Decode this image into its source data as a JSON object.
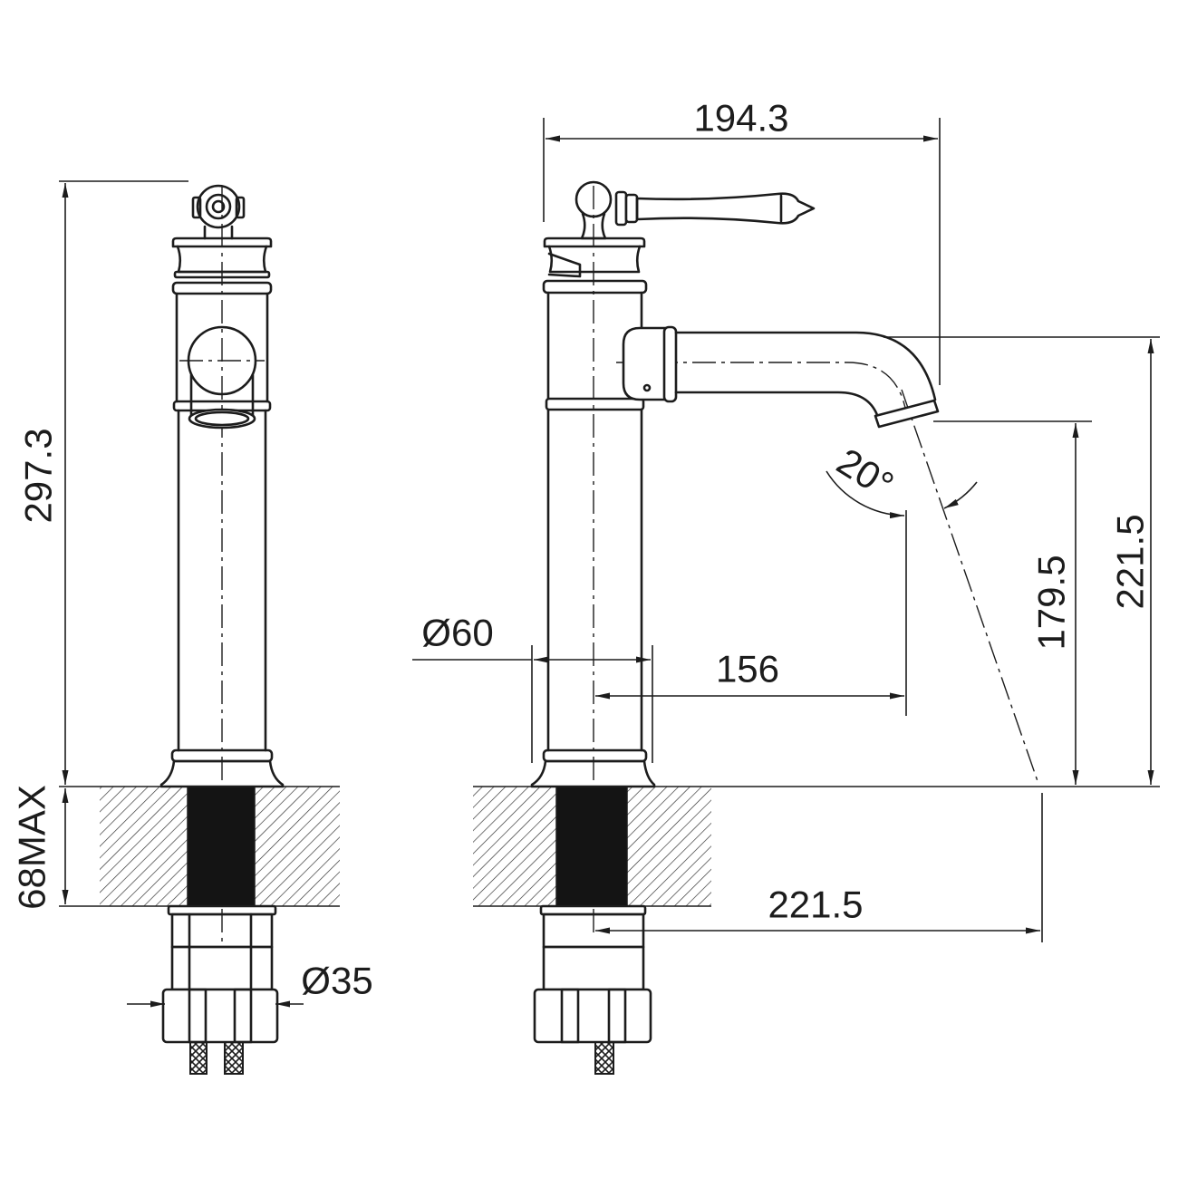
{
  "dimensions": {
    "overall_depth": "194.3",
    "total_height": "297.3",
    "max_counter_thickness": "68MAX",
    "inlet_diameter": "Ø35",
    "body_diameter": "Ø60",
    "spout_reach": "156",
    "spout_height": "221.5",
    "outlet_height": "179.5",
    "stream_angle": "20°",
    "stream_reach": "221.5"
  },
  "colors": {
    "line": "#1c1c1c",
    "background": "#ffffff"
  }
}
